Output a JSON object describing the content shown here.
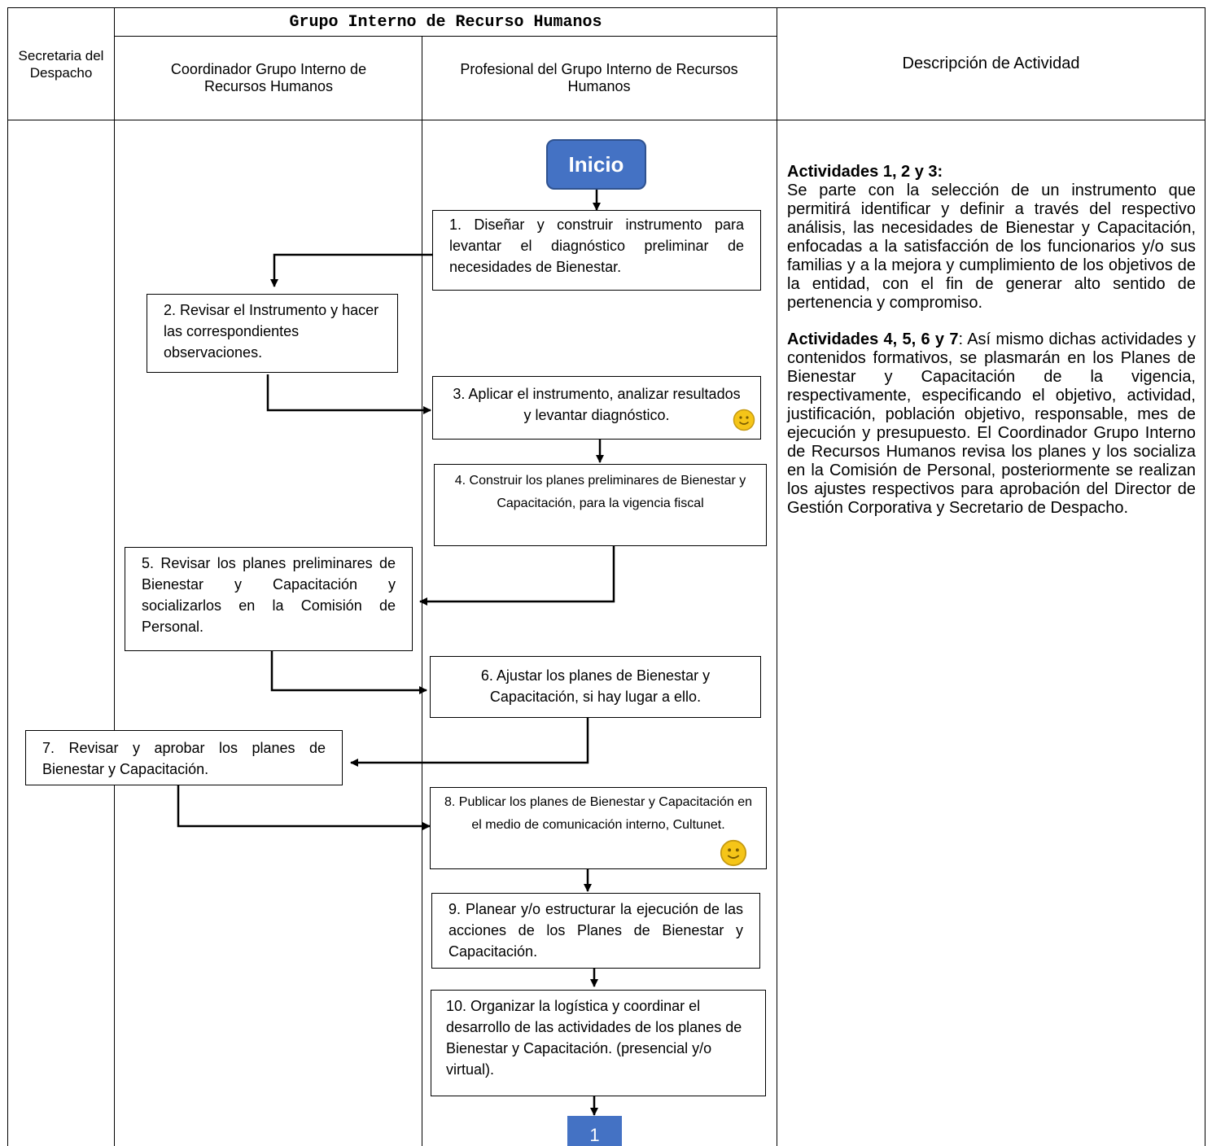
{
  "header": {
    "group_title": "Grupo Interno de Recurso Humanos",
    "col_secretaria": "Secretaria del Despacho",
    "col_coordinador": "Coordinador Grupo Interno de Recursos Humanos",
    "col_profesional": "Profesional del Grupo Interno de Recursos Humanos",
    "col_descripcion": "Descripción de Actividad"
  },
  "flow": {
    "start": "Inicio",
    "step1": "1. Diseñar y construir instrumento para levantar el diagnóstico preliminar de necesidades de Bienestar.",
    "step2": "2. Revisar el Instrumento y hacer las correspondientes observaciones.",
    "step3": "3. Aplicar el instrumento, analizar resultados y levantar diagnóstico.",
    "step4": "4. Construir los planes preliminares de Bienestar y Capacitación, para la vigencia fiscal",
    "step5": "5. Revisar los planes preliminares de Bienestar y Capacitación y socializarlos en la Comisión de Personal.",
    "step6": "6. Ajustar los planes de Bienestar y Capacitación, si hay lugar a ello.",
    "step7": "7. Revisar y aprobar los planes de Bienestar y Capacitación.",
    "step8": "8. Publicar los planes de Bienestar y Capacitación en el medio de comunicación interno, Cultunet.",
    "step9": "9. Planear y/o estructurar la ejecución de las acciones de los Planes de Bienestar y Capacitación.",
    "step10": "10. Organizar la logística y coordinar el desarrollo de las actividades de los planes de Bienestar y Capacitación. (presencial y/o virtual).",
    "connector": "1"
  },
  "description": {
    "title1": "Actividades 1, 2 y 3:",
    "text1": "Se parte con la selección de un instrumento que permitirá identificar y definir a través del respectivo análisis, las necesidades de Bienestar y Capacitación, enfocadas a la satisfacción de los funcionarios y/o sus familias y a la mejora y cumplimiento de los objetivos de la entidad, con el fin de generar alto sentido de pertenencia y compromiso.",
    "title2": "Actividades 4, 5, 6 y 7",
    "text2": ": Así mismo dichas actividades y contenidos formativos, se plasmarán en los Planes de Bienestar y Capacitación de la vigencia, respectivamente, especificando el objetivo, actividad, justificación, población objetivo, responsable, mes de ejecución y presupuesto. El Coordinador Grupo Interno de Recursos Humanos revisa los planes y los socializa en la Comisión de Personal, posteriormente se realizan los ajustes respectivos para aprobación del Director de Gestión Corporativa y Secretario de Despacho."
  },
  "colors": {
    "start_fill": "#4472c4",
    "smiley": "#f5c518"
  },
  "icons": [
    "smiley-icon"
  ]
}
